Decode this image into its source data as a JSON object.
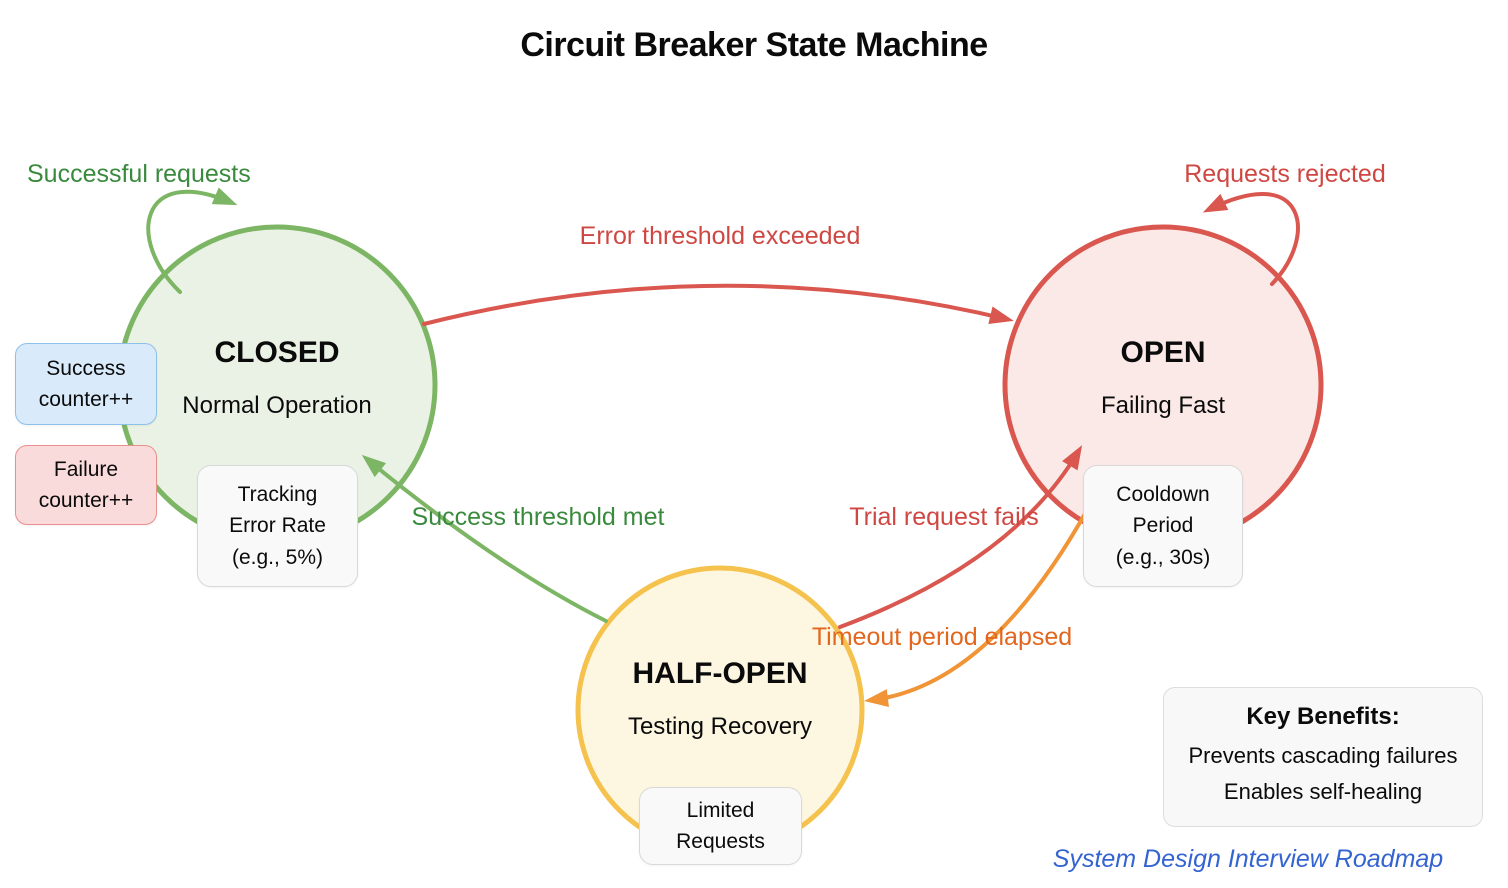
{
  "title": "Circuit Breaker State Machine",
  "states": {
    "closed": {
      "name": "CLOSED",
      "description": "Normal Operation"
    },
    "open": {
      "name": "OPEN",
      "description": "Failing Fast"
    },
    "half_open": {
      "name": "HALF-OPEN",
      "description": "Testing Recovery"
    }
  },
  "transitions": {
    "successful_requests": "Successful requests",
    "error_threshold_exceeded": "Error threshold exceeded",
    "requests_rejected": "Requests rejected",
    "success_threshold_met": "Success threshold met",
    "trial_request_fails": "Trial request fails",
    "timeout_period_elapsed": "Timeout period elapsed"
  },
  "annotations": {
    "success_counter": "Success\ncounter++",
    "failure_counter": "Failure\ncounter++",
    "tracking_error_rate": "Tracking\nError Rate\n(e.g., 5%)",
    "cooldown_period": "Cooldown\nPeriod\n(e.g., 30s)",
    "limited_requests": "Limited\nRequests"
  },
  "key_benefits": {
    "heading": "Key Benefits:",
    "items": [
      "Prevents cascading failures",
      "Enables self-healing"
    ]
  },
  "caption": "System Design Interview Roadmap",
  "colors": {
    "closed_stroke": "#7cb563",
    "closed_fill": "#eaf2e5",
    "open_stroke": "#d9574f",
    "open_fill": "#fbe9e8",
    "half_open_stroke": "#f4c24d",
    "half_open_fill": "#fdf6e1",
    "green_text": "#3a8a3e",
    "red_text": "#cf4742",
    "orange_text": "#e2661d",
    "orange_arrow": "#f09436",
    "blue_note_fill": "#d9eafa",
    "blue_note_border": "#8ec1ea",
    "pink_note_fill": "#fadbdb",
    "pink_note_border": "#e9908e",
    "note_fill": "#f9f9f9",
    "note_border": "#d9d9d9",
    "caption_blue": "#3464d1",
    "text_black": "#0b0b0b"
  }
}
